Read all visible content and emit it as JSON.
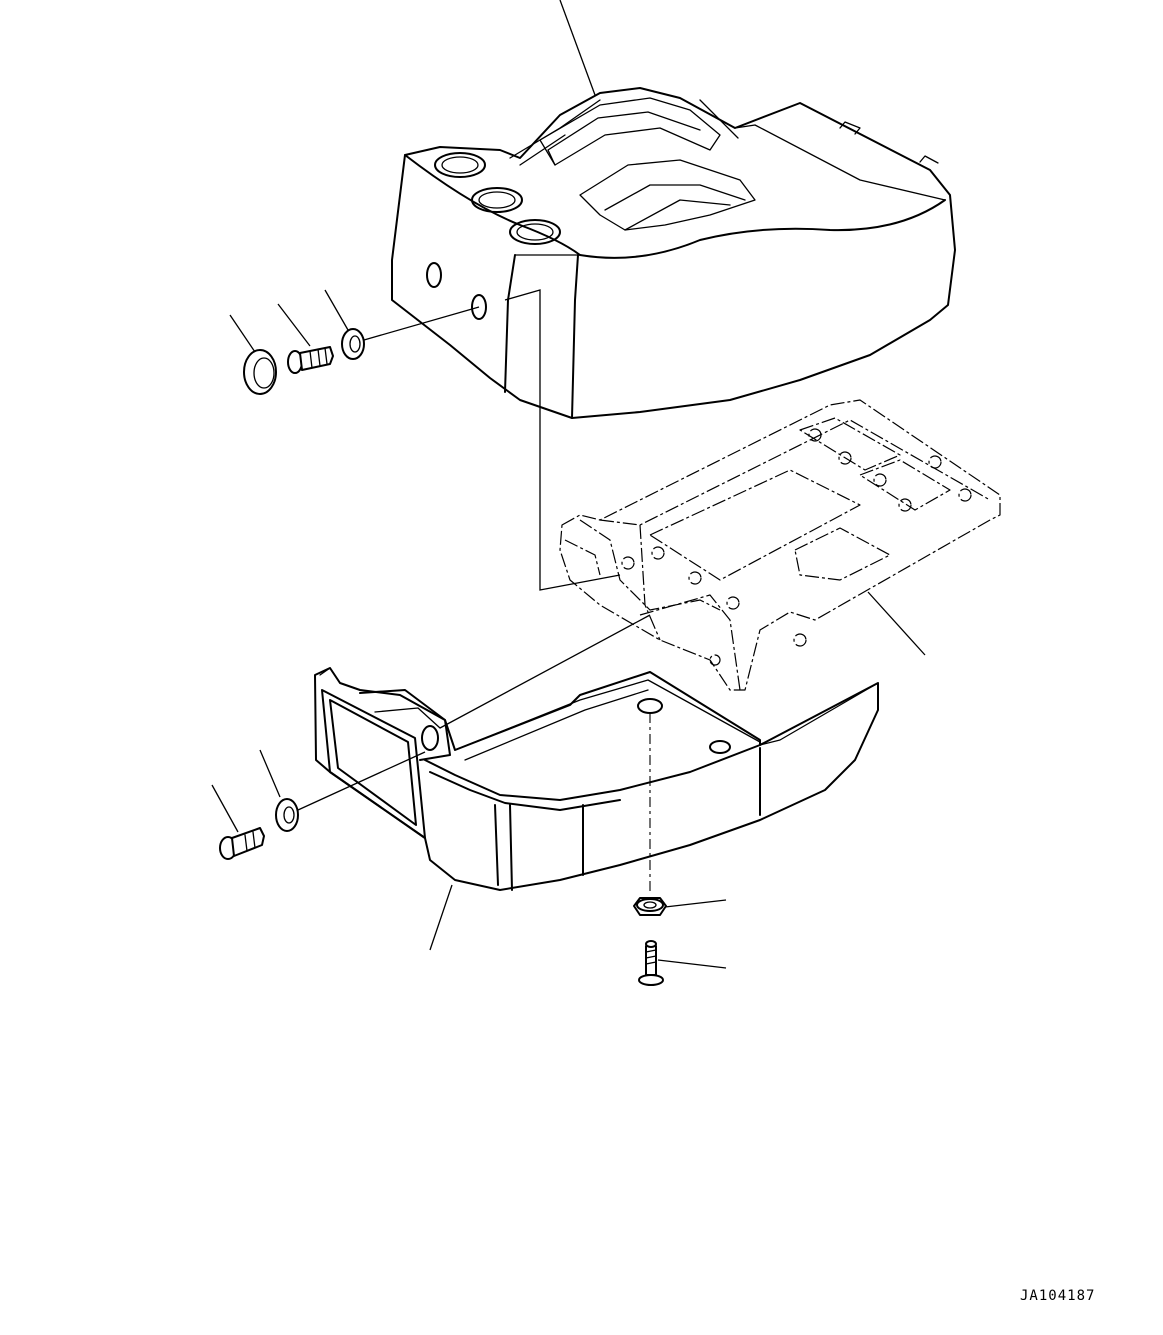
{
  "drawing": {
    "number": "JA104187"
  },
  "parts": [
    {
      "name": "cover-upper"
    },
    {
      "name": "bracket-plate"
    },
    {
      "name": "cover-lower"
    },
    {
      "name": "cap"
    },
    {
      "name": "bolt-upper"
    },
    {
      "name": "washer-upper"
    },
    {
      "name": "bolt-lower-left"
    },
    {
      "name": "washer-lower-left"
    },
    {
      "name": "nut"
    },
    {
      "name": "bolt-bottom"
    }
  ]
}
